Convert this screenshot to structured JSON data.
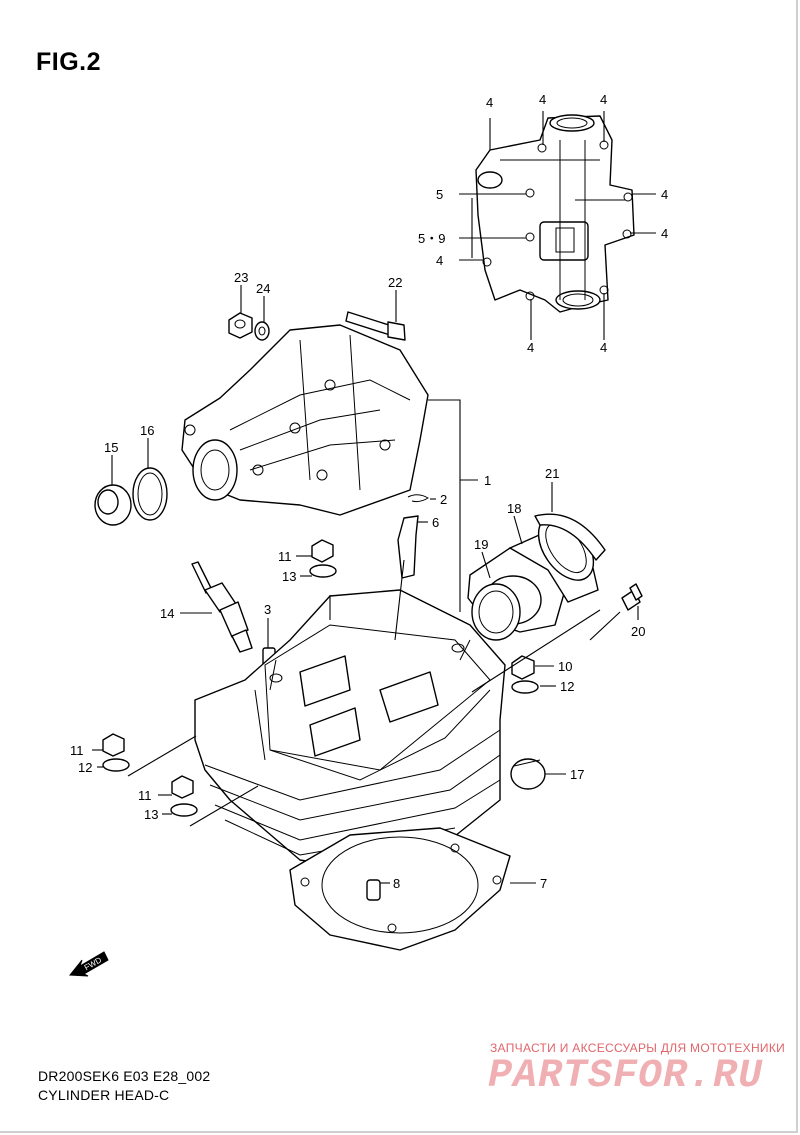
{
  "figure": {
    "title": "FIG.2"
  },
  "callouts": {
    "c1": "1",
    "c2": "2",
    "c3": "3",
    "c4": "4",
    "c5": "5",
    "c59": "5・9",
    "c6": "6",
    "c7": "7",
    "c8": "8",
    "c10": "10",
    "c11": "11",
    "c12": "12",
    "c13": "13",
    "c14": "14",
    "c15": "15",
    "c16": "16",
    "c17": "17",
    "c18": "18",
    "c19": "19",
    "c20": "20",
    "c21": "21",
    "c22": "22",
    "c23": "23",
    "c24": "24"
  },
  "direction_marker": {
    "label": "FWD",
    "icon": "fwd-arrow-icon"
  },
  "footer": {
    "model_code": "DR200SEK6 E03 E28_002",
    "section_name": "CYLINDER HEAD-C"
  },
  "watermark": {
    "tagline": "ЗАПЧАСТИ И АКСЕССУАРЫ ДЛЯ МОТОТЕХНИКИ",
    "logo_text": "PARTSFOR.RU",
    "color": "#e0656b"
  }
}
